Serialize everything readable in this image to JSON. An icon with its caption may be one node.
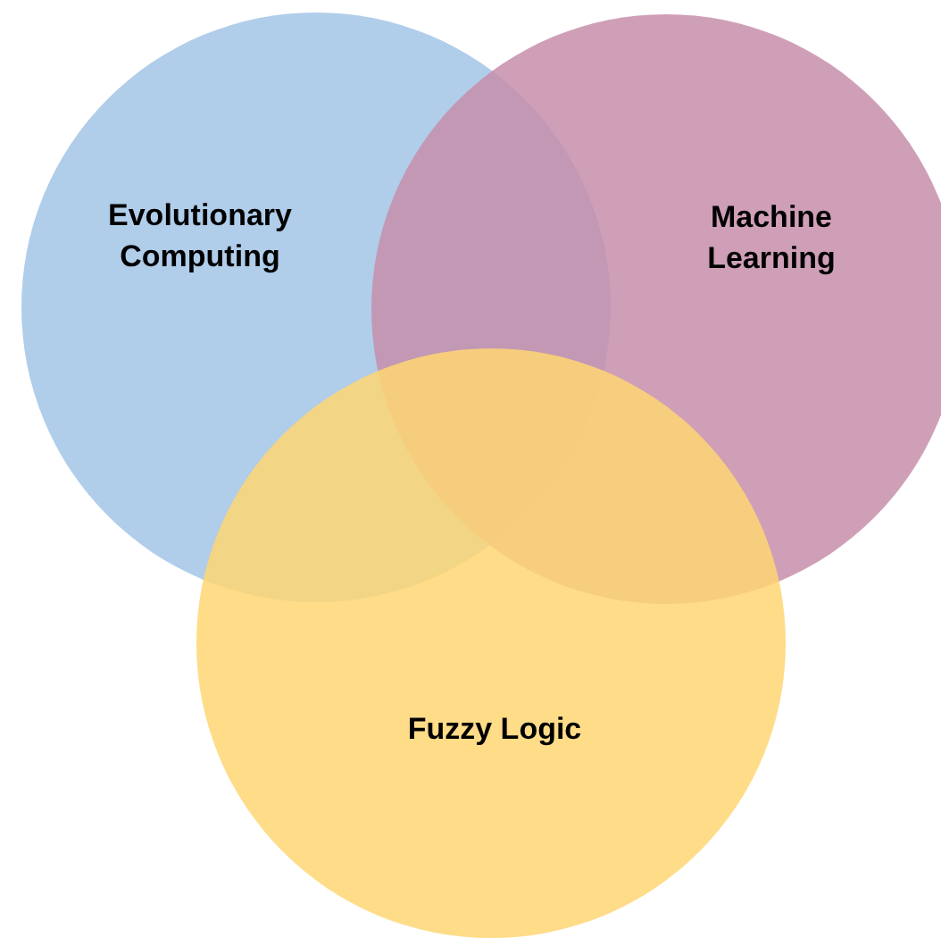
{
  "diagram": {
    "nodes": [
      {
        "text": [
          "Evolutionary Computing"
        ]
      },
      {
        "text": [
          "Machine Learning"
        ]
      },
      {
        "text": [
          "Fuzzy Logic"
        ]
      }
    ]
  }
}
